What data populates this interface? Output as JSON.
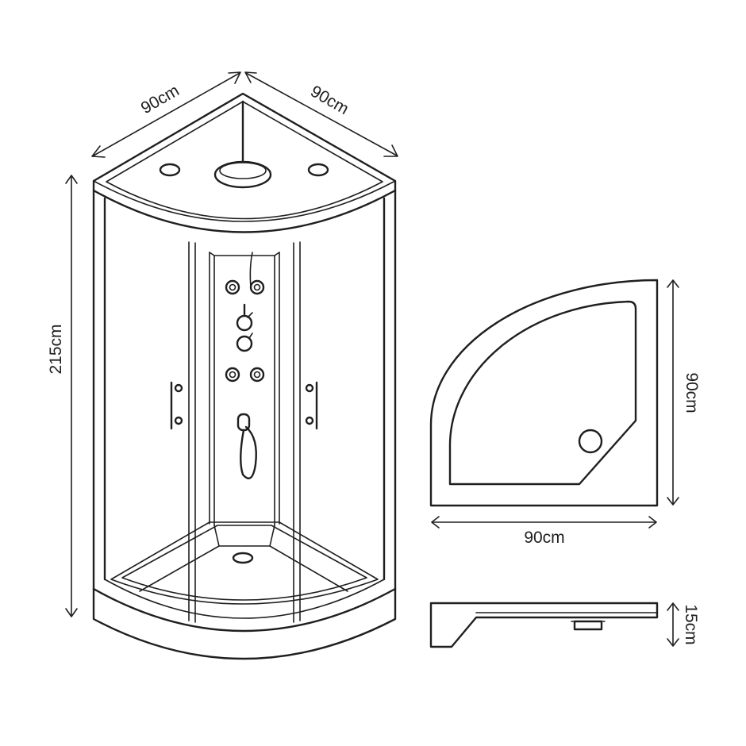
{
  "dimensions": {
    "enclosure_width_left": "90cm",
    "enclosure_width_right": "90cm",
    "enclosure_height": "215cm",
    "tray_depth": "90cm",
    "tray_width": "90cm",
    "tray_height": "15cm"
  },
  "colors": {
    "line": "#1f1f1f",
    "background": "#ffffff"
  }
}
